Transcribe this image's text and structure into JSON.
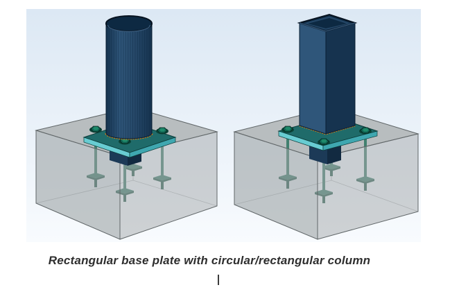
{
  "caption": {
    "text": "Rectangular base plate with circular/rectangular column"
  },
  "cursor": {
    "visible": true
  },
  "figure": {
    "panels": [
      {
        "name": "circular-column-base-plate-render",
        "alt": "Rectangular base plate with circular column"
      },
      {
        "name": "rectangular-column-base-plate-render",
        "alt": "Rectangular base plate with rectangular column"
      }
    ],
    "colors": {
      "bg_top": "#dce8f4",
      "bg_bottom": "#f8fbfe",
      "column_light": "#2f567a",
      "column_mid": "#27496a",
      "column_dark": "#16334f",
      "column_inner": "#0d2942",
      "column_rim": "#3f6589",
      "column_stripe": "#0e2b45",
      "plate_top": "#1f6b6a",
      "plate_edge_light": "#68ccd2",
      "plate_edge_dark": "#3fa7b0",
      "plate_outline": "#0b3c3a",
      "weld_orange": "#d97c14",
      "bolt_dark": "#0b4438",
      "bolt_mid": "#116353",
      "bolt_light": "#1f8a6b",
      "rod_green": "#41806f",
      "rod_dark": "#2e6355",
      "stub_navy": "#1c3a57",
      "stub_navy_dark": "#122a41",
      "concrete_top": "#b0b5b6",
      "concrete_left": "#9aa0a2",
      "concrete_right": "#a6abad",
      "concrete_edge": "#606668",
      "concrete_inner_edge": "#83898b"
    }
  }
}
